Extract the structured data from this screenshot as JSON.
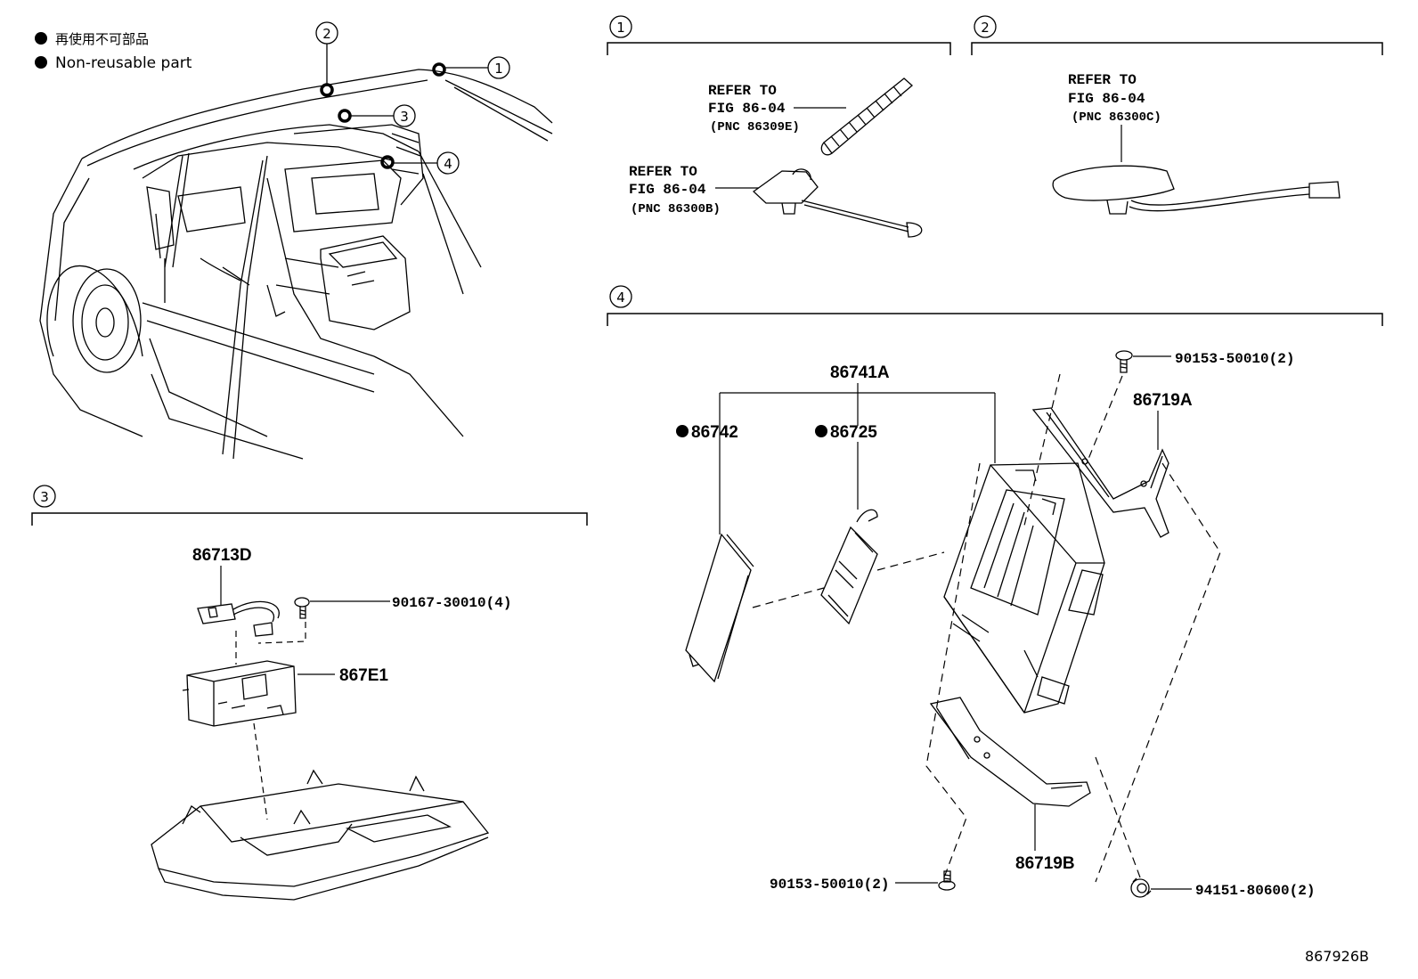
{
  "legend": {
    "japanese": "再使用不可部品",
    "english": "Non-reusable part"
  },
  "callouts": {
    "c1": "1",
    "c2": "2",
    "c3": "3",
    "c4": "4"
  },
  "section1": {
    "ref_a": {
      "line1": "REFER TO",
      "line2": "FIG 86-04",
      "pnc": "(PNC 86309E)"
    },
    "ref_b": {
      "line1": "REFER TO",
      "line2": "FIG 86-04",
      "pnc": "(PNC 86300B)"
    }
  },
  "section2": {
    "ref": {
      "line1": "REFER TO",
      "line2": "FIG 86-04",
      "pnc": "(PNC 86300C)"
    }
  },
  "section3": {
    "part_86713D": "86713D",
    "part_90167": "90167-30010(4)",
    "part_867E1": "867E1"
  },
  "section4": {
    "part_86741A": "86741A",
    "part_86742": "86742",
    "part_86725": "86725",
    "part_90153_top": "90153-50010(2)",
    "part_86719A": "86719A",
    "part_86719B": "86719B",
    "part_90153_bottom": "90153-50010(2)",
    "part_94151": "94151-80600(2)"
  },
  "figure_id": "867926B"
}
